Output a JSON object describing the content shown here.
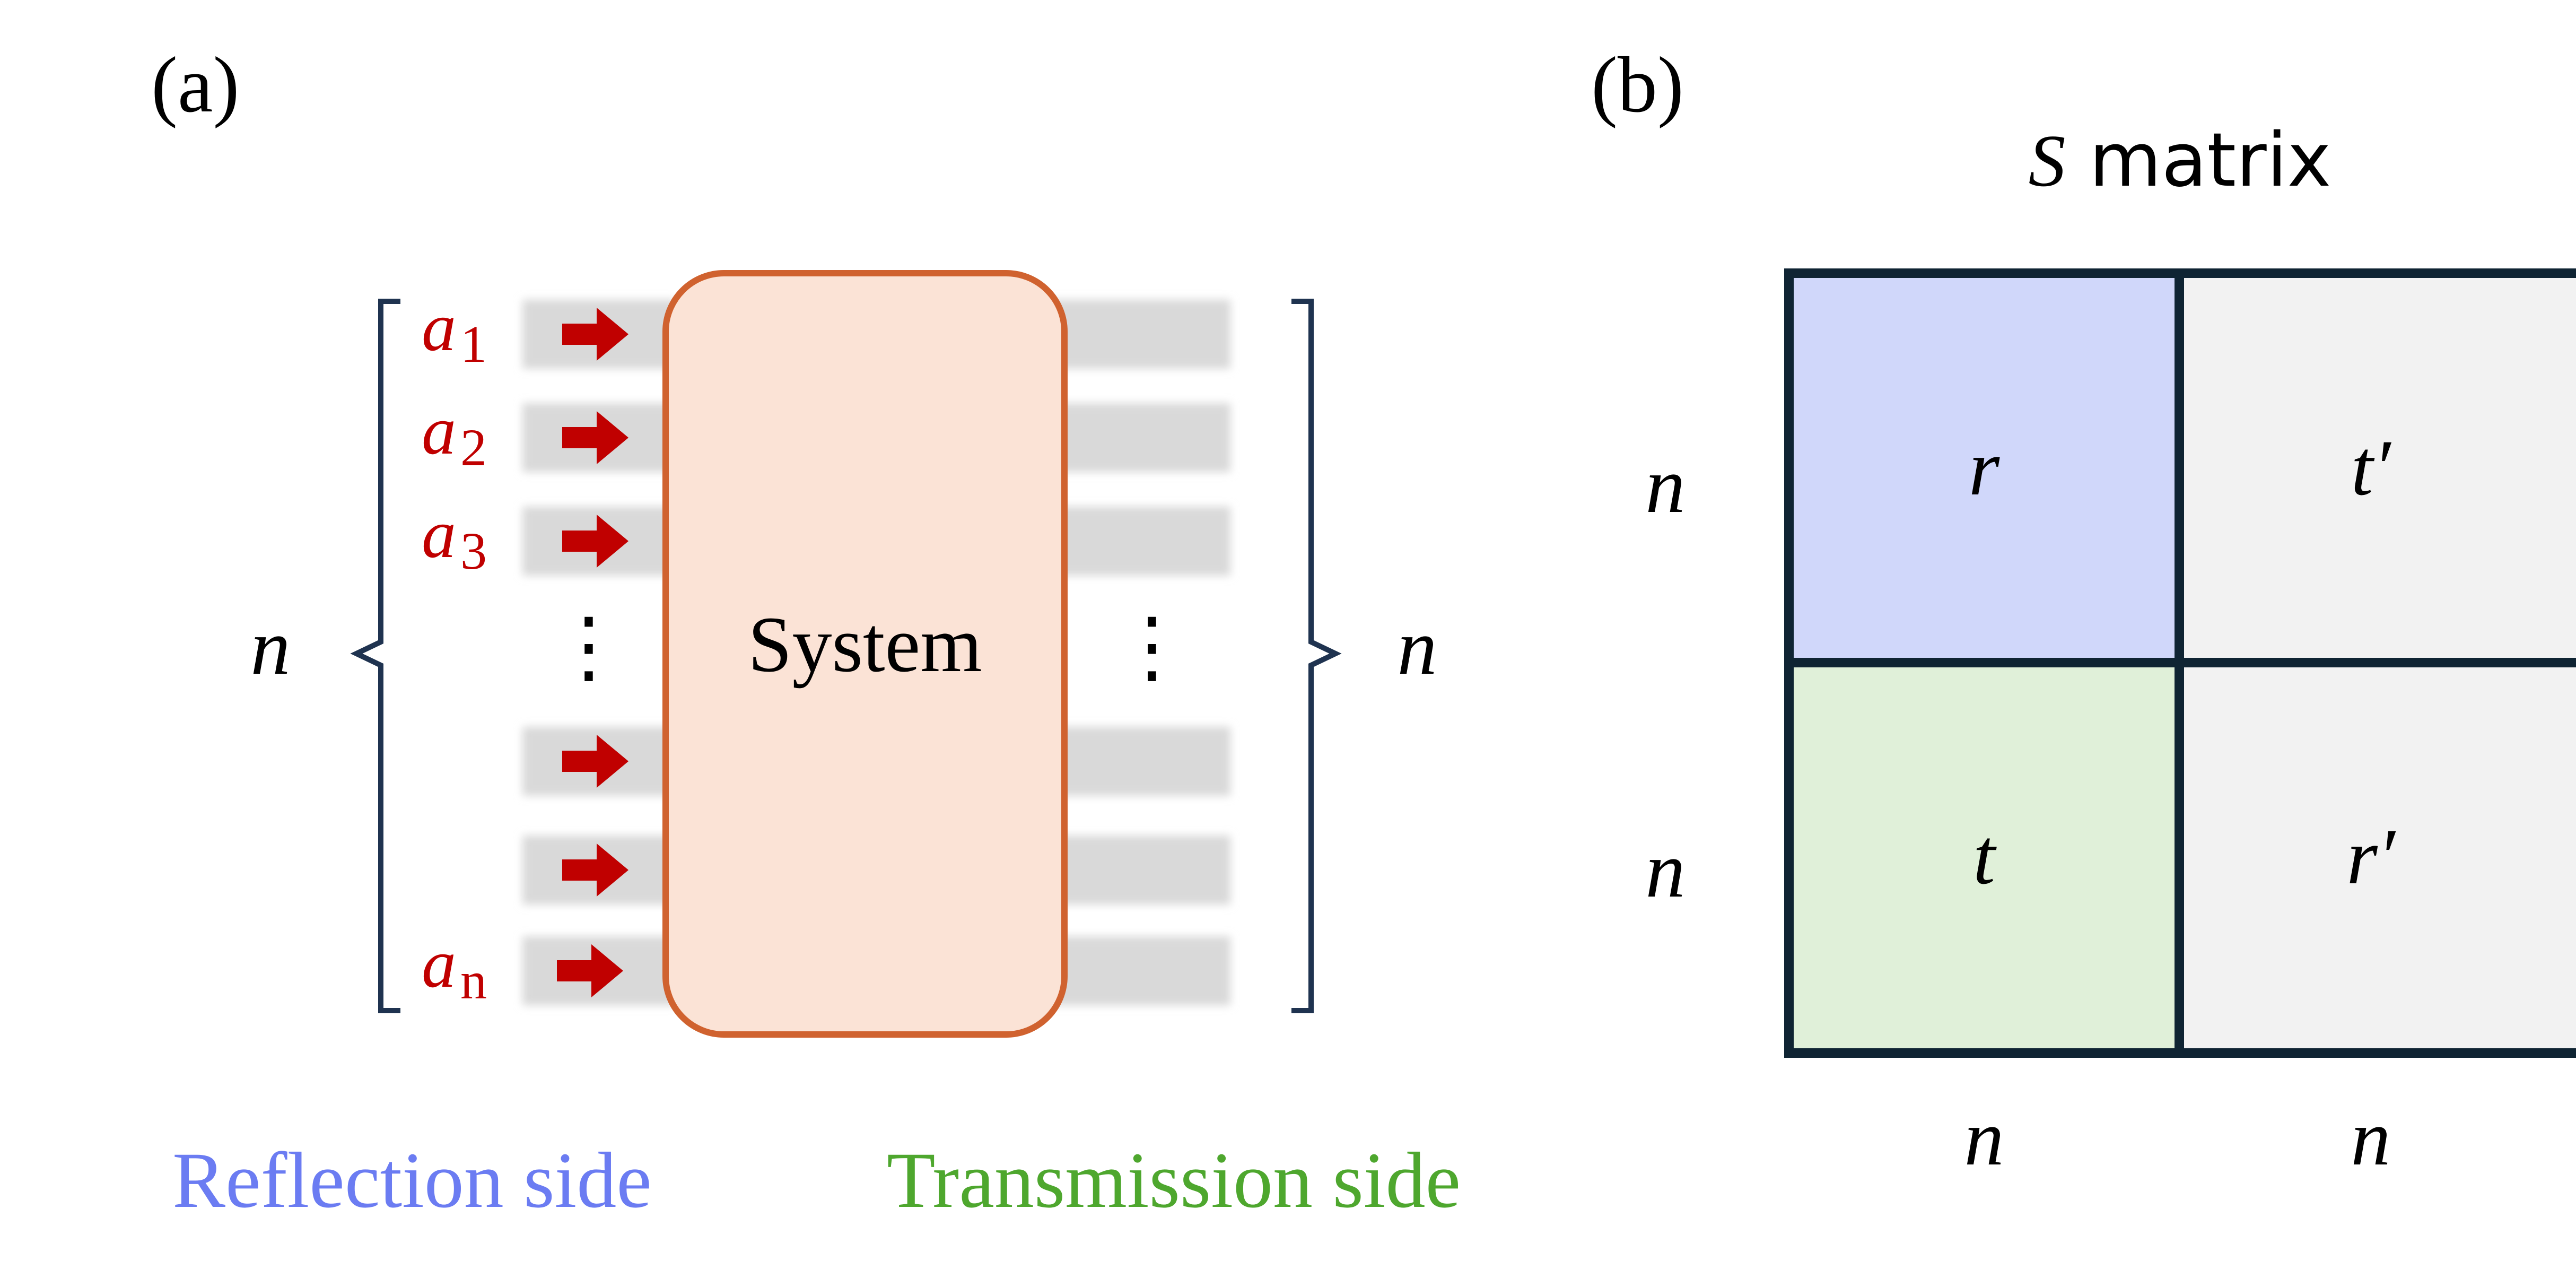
{
  "panel_a": {
    "label": "(a)",
    "system_label": "System",
    "left_count_label": "n",
    "right_count_label": "n",
    "input_labels": [
      {
        "base": "a",
        "sub": "1"
      },
      {
        "base": "a",
        "sub": "2"
      },
      {
        "base": "a",
        "sub": "3"
      },
      {
        "base": "a",
        "sub": "n"
      }
    ],
    "ellipsis": "⋮",
    "reflection_label": "Reflection side",
    "transmission_label": "Transmission side",
    "colors": {
      "system_fill": "#fbe3d6",
      "system_stroke": "#d0622f",
      "arrow": "#c00000",
      "input_label": "#c00000",
      "channel": "#d9d9d9",
      "bracket": "#1f3350",
      "reflection": "#6b7cf2",
      "transmission": "#4ea72e"
    }
  },
  "panel_b": {
    "label": "(b)",
    "title_symbol": "S",
    "title_rest": " matrix",
    "cells": [
      {
        "text": "r",
        "color": "#d0d7fa"
      },
      {
        "text": "t′",
        "color": "#f2f2f2"
      },
      {
        "text": "t",
        "color": "#e0f0d9"
      },
      {
        "text": "r′",
        "color": "#f2f2f2"
      }
    ],
    "row_labels": [
      "n",
      "n"
    ],
    "col_labels": [
      "n",
      "n"
    ],
    "border_color": "#0f2433"
  }
}
